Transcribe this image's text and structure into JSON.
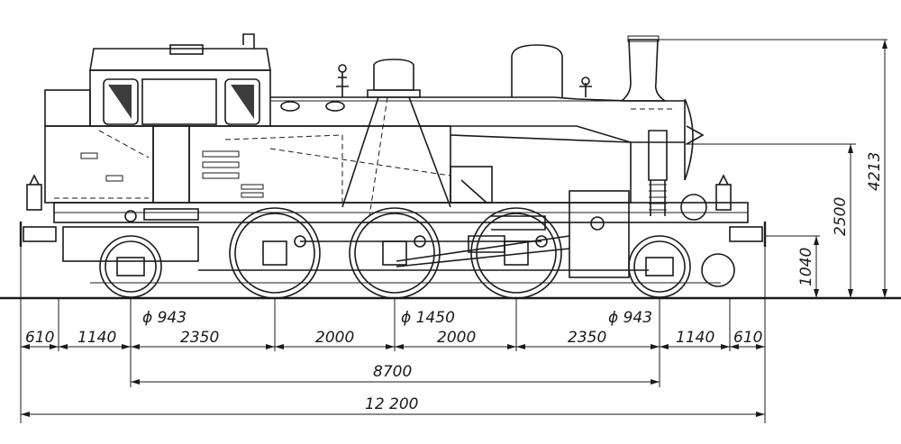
{
  "wheels": {
    "leading": "ϕ 943",
    "driving": "ϕ 1450",
    "trailing": "ϕ 943"
  },
  "horizontal_dims": {
    "overhang_rear": "610",
    "rear_to_trailing": "1140",
    "trailing_to_first": "2350",
    "first_to_second": "2000",
    "second_to_third": "2000",
    "third_to_leading": "2350",
    "leading_to_front": "1140",
    "overhang_front": "610",
    "wheelbase": "8700",
    "total_length": "12 200"
  },
  "vertical_dims": {
    "buffer_height": "1040",
    "boiler_height": "2500",
    "total_height": "4213"
  }
}
